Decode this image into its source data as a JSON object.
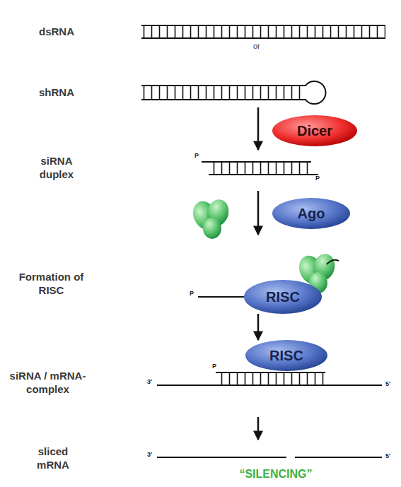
{
  "diagram": {
    "nodes": [
      {
        "text": [
          "Dicer"
        ]
      },
      {
        "text": [
          "Ago"
        ]
      },
      {
        "text": [
          "RISC"
        ]
      },
      {
        "text": [
          "RISC"
        ]
      }
    ],
    "edges": [
      {
        "from": 2,
        "to": 3,
        "arrow": "to"
      }
    ],
    "labels": [
      "dsRNA",
      "or",
      "shRNA",
      "siRNA duplex",
      "P",
      "P",
      "Formation of RISC",
      "P",
      "siRNA / mRNA-complex",
      "P",
      "3'",
      "5'",
      "sliced mRNA",
      "3'",
      "5'",
      "“SILENCING”"
    ]
  }
}
